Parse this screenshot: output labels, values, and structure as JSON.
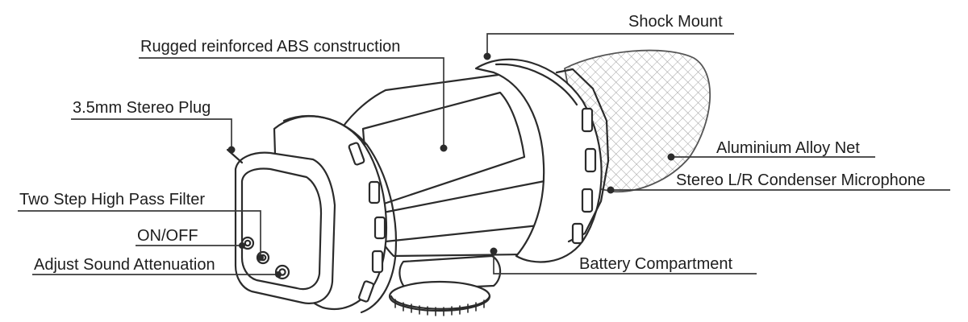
{
  "labels": {
    "shock_mount": "Shock Mount",
    "abs_construction": "Rugged reinforced ABS construction",
    "stereo_plug": "3.5mm Stereo Plug",
    "alloy_net": "Aluminium Alloy Net",
    "condenser_mic": "Stereo L/R Condenser Microphone",
    "high_pass_filter": "Two Step High Pass Filter",
    "on_off": "ON/OFF",
    "sound_attenuation": "Adjust Sound Attenuation",
    "battery_compartment": "Battery Compartment"
  },
  "colors": {
    "ink": "#2b2b2b",
    "leader": "#3a3a3a",
    "text": "#1e1e1e"
  }
}
